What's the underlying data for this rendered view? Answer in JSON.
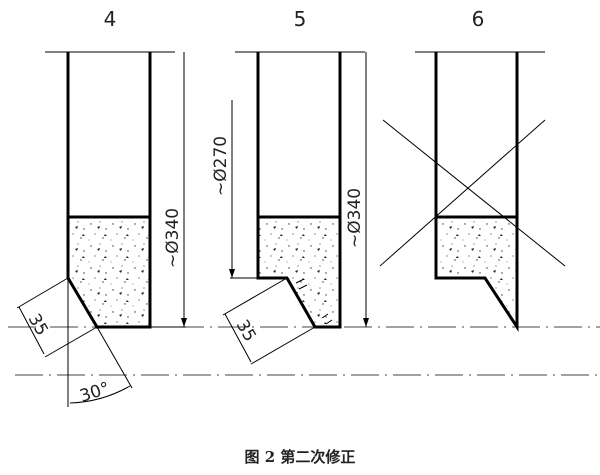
{
  "panels": [
    {
      "number": "4",
      "dims": {
        "diameter": "~Ø340",
        "chamfer": "35",
        "angle": "30°"
      }
    },
    {
      "number": "5",
      "dims": {
        "diameter_inner": "~Ø270",
        "diameter": "~Ø340",
        "chamfer": "35"
      }
    },
    {
      "number": "6",
      "crossed_out": true
    }
  ],
  "caption": "图 2  第二次修正"
}
